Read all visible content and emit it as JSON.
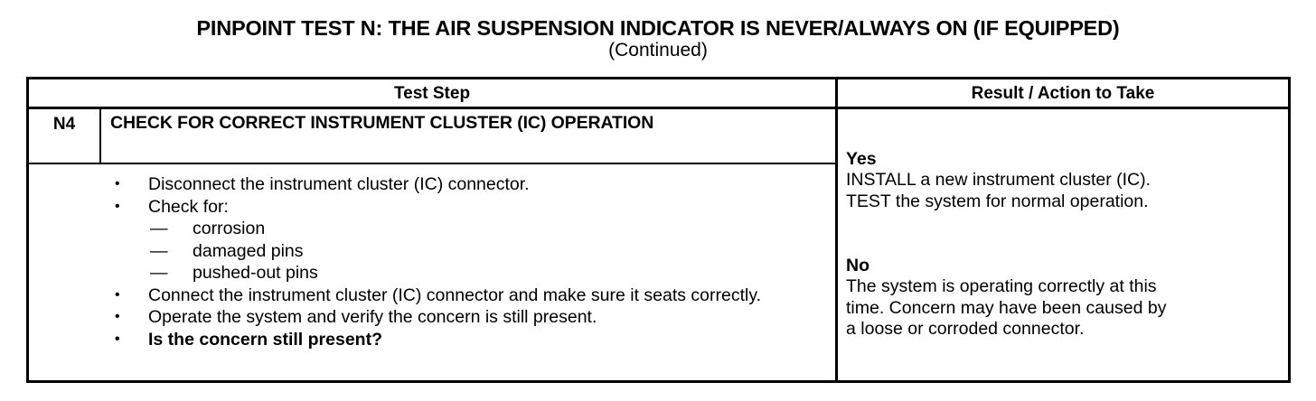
{
  "document": {
    "title_main": "PINPOINT TEST  N: THE AIR SUSPENSION INDICATOR IS NEVER/ALWAYS ON (IF EQUIPPED)",
    "title_sub": "(Continued)"
  },
  "table": {
    "headers": {
      "test_step": "Test Step",
      "result_action": "Result / Action to Take"
    },
    "row": {
      "step_id": "N4",
      "step_title": "CHECK FOR CORRECT INSTRUMENT CLUSTER (IC) OPERATION",
      "bullets": [
        {
          "marker": "•",
          "text": "Disconnect the instrument cluster (IC) connector.",
          "bold": false
        },
        {
          "marker": "•",
          "text": "Check for:",
          "bold": false
        },
        {
          "marker": "•",
          "text": "Connect the instrument cluster (IC) connector and make sure it seats correctly.",
          "bold": false
        },
        {
          "marker": "•",
          "text": "Operate the system and verify the concern is still present.",
          "bold": false
        },
        {
          "marker": "•",
          "text": "Is the concern still present?",
          "bold": true
        }
      ],
      "sub_items": [
        {
          "marker": "—",
          "text": "corrosion"
        },
        {
          "marker": "—",
          "text": "damaged pins"
        },
        {
          "marker": "—",
          "text": "pushed-out pins"
        }
      ],
      "results": [
        {
          "label": "Yes",
          "lines": [
            "INSTALL a new instrument cluster (IC).",
            "TEST the system for normal operation."
          ]
        },
        {
          "label": "No",
          "lines": [
            "The system is operating correctly at this",
            "time. Concern may have been caused by",
            "a loose or corroded connector."
          ]
        }
      ]
    }
  },
  "colors": {
    "ink": "#000000",
    "paper": "#ffffff"
  }
}
